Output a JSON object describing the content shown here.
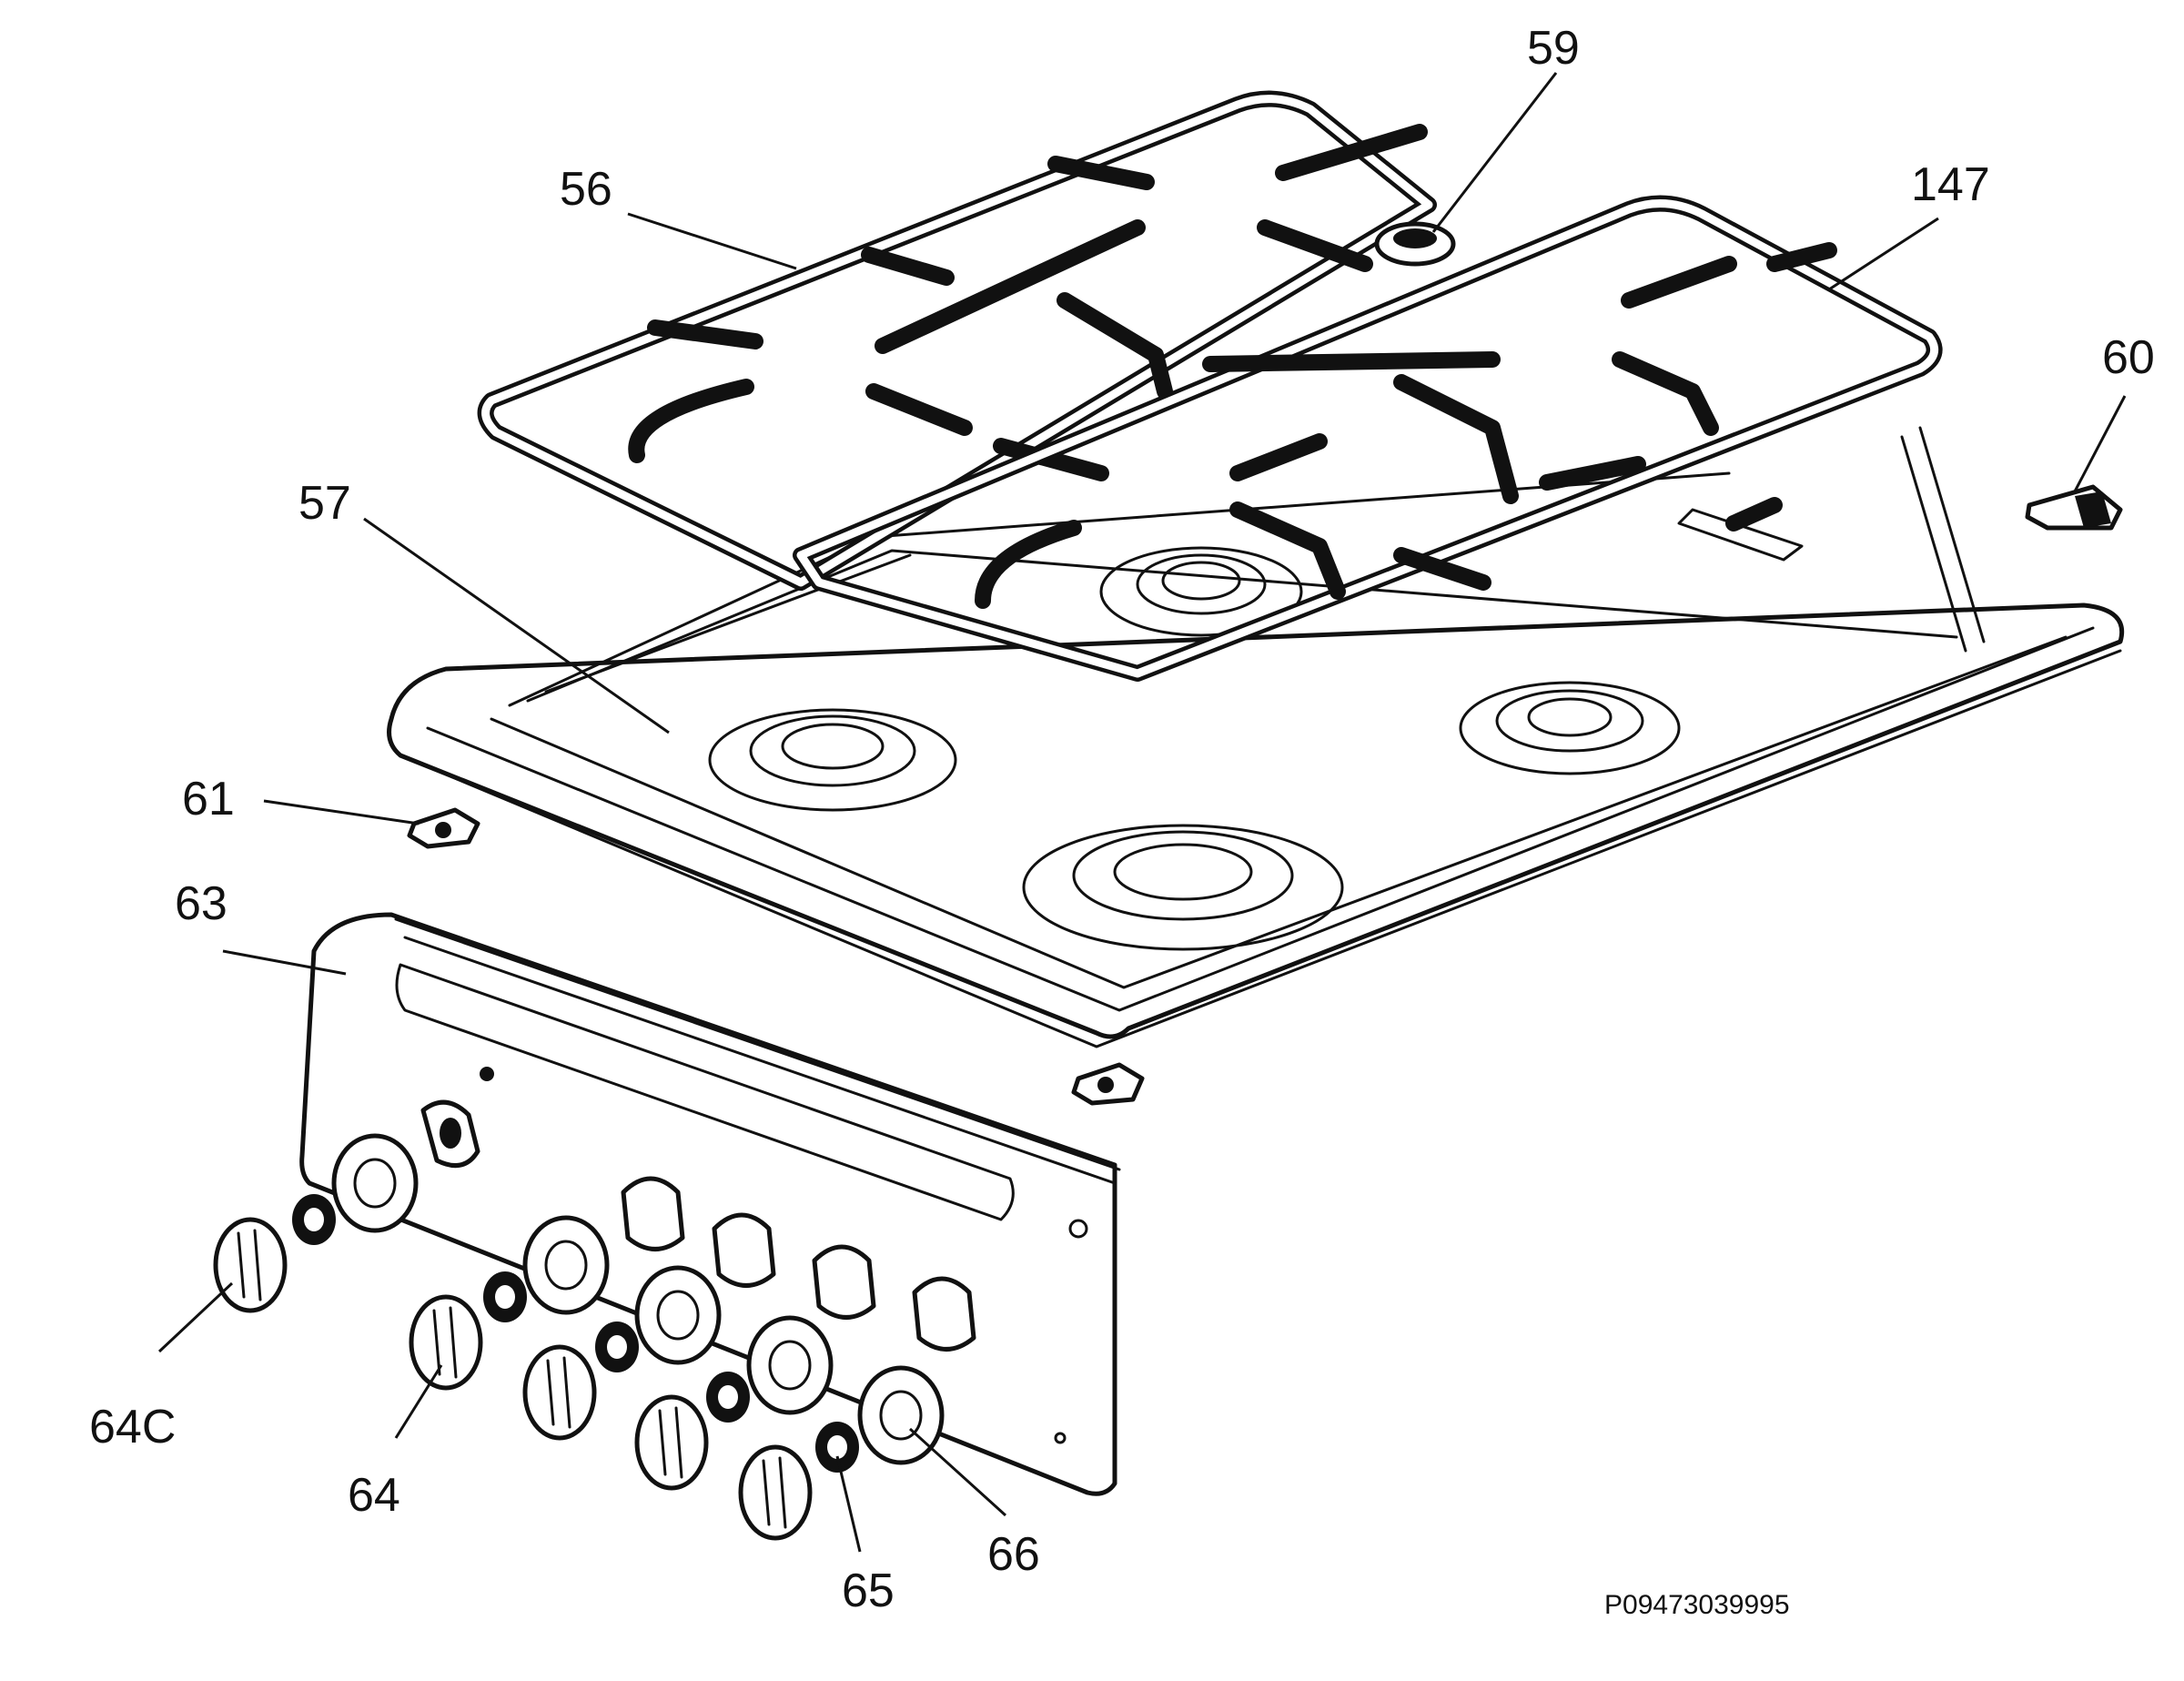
{
  "diagram": {
    "part_labels": {
      "p56": "56",
      "p57": "57",
      "p59": "59",
      "p147": "147",
      "p60": "60",
      "p61": "61",
      "p63": "63",
      "p64c": "64C",
      "p64": "64",
      "p65": "65",
      "p66": "66"
    },
    "drawing_code": "P09473039995"
  }
}
